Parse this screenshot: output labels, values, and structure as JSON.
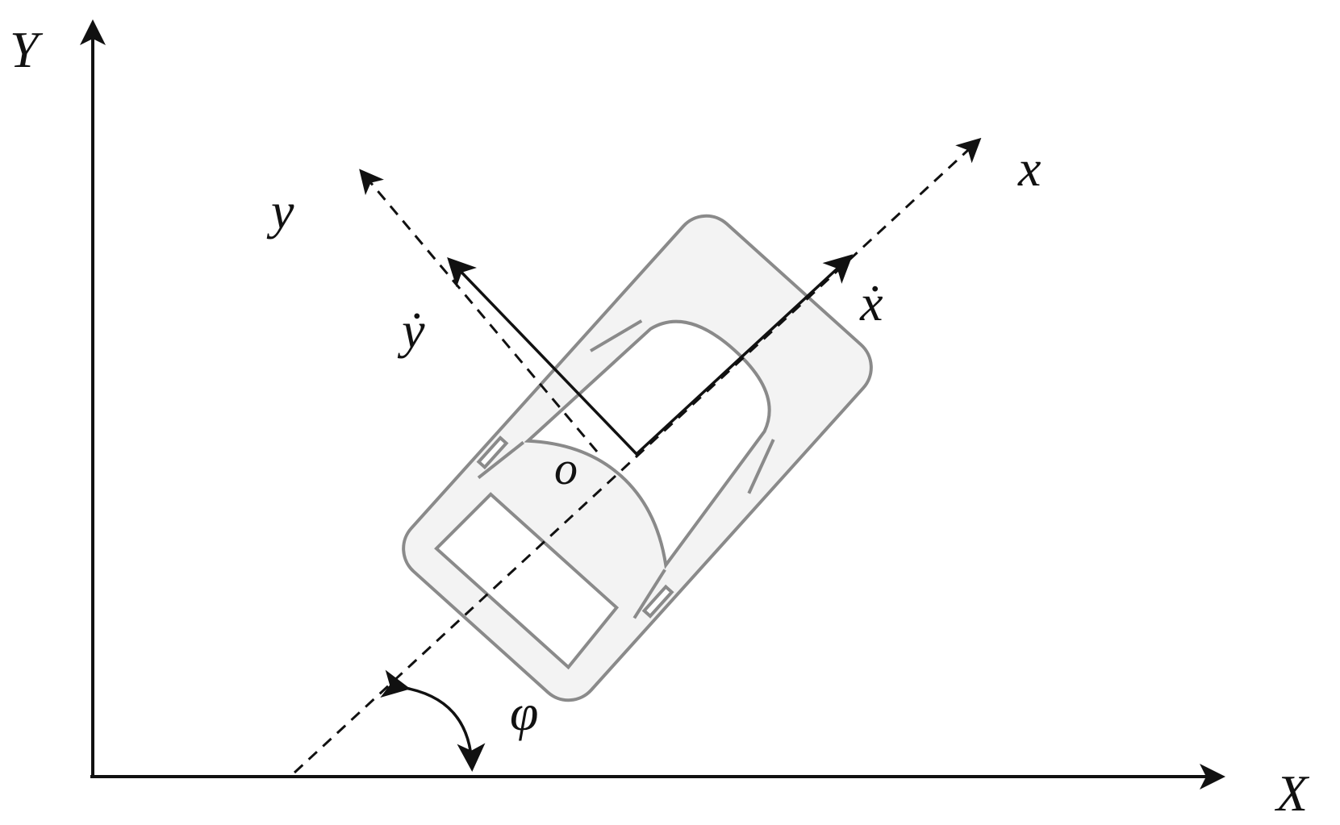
{
  "labels": {
    "global_y": "Y",
    "global_x": "X",
    "local_x": "x",
    "local_y": "y",
    "vel_x": "ẋ",
    "vel_y": "ẏ",
    "origin": "o",
    "angle": "φ"
  },
  "colors": {
    "ink": "#111111",
    "car_outline": "#8a8a8a",
    "car_fill": "#f3f3f3"
  },
  "heading_angle_deg": 40
}
